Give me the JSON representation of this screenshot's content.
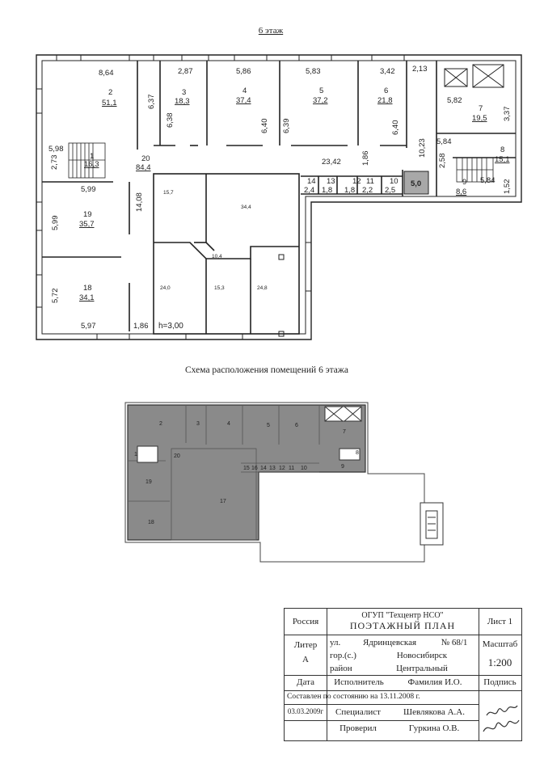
{
  "floor_title": "6 этаж",
  "scheme_caption": "Схема расположения помещений 6 этажа",
  "plan_labels": {
    "dims_top": [
      "8,64",
      "2,87",
      "5,86",
      "5,83",
      "3,42",
      "2,13"
    ],
    "rooms": [
      {
        "num": "2",
        "area": "51,1"
      },
      {
        "num": "3",
        "area": "18,3"
      },
      {
        "num": "4",
        "area": "37,4"
      },
      {
        "num": "5",
        "area": "37,2"
      },
      {
        "num": "6",
        "area": "21,8"
      },
      {
        "num": "7",
        "area": "19,5"
      },
      {
        "num": "1",
        "area": "16,3"
      },
      {
        "num": "20",
        "area": "84,4"
      },
      {
        "num": "8",
        "area": "15,1"
      },
      {
        "num": "19",
        "area": "35,7"
      },
      {
        "num": "18",
        "area": "34,1"
      },
      {
        "num": "9",
        "area": "8,6"
      }
    ],
    "small_rooms": [
      "14",
      "13",
      "12",
      "11",
      "10"
    ],
    "small_areas": [
      "2,4",
      "1,8",
      "1,8",
      "2,2",
      "2,5"
    ],
    "highlighted_room_area": "5,0",
    "vertical_dims": [
      "6,37",
      "6,38",
      "6,40",
      "6,39",
      "6,40",
      "1,86",
      "10,23",
      "2,58",
      "3,37",
      "1,52",
      "2,73",
      "14,08",
      "5,99",
      "5,72"
    ],
    "other_dims": [
      "5,82",
      "5,84",
      "5,84",
      "23,42",
      "5,98",
      "5,99",
      "5,97",
      "1,86"
    ],
    "hall_areas": [
      "15,7",
      "34,4",
      "10,4",
      "24,0",
      "15,3",
      "24,8"
    ],
    "ceiling_height": "h=3,00"
  },
  "scheme_labels": {
    "rooms": [
      "2",
      "3",
      "4",
      "5",
      "6",
      "7",
      "1",
      "20",
      "8",
      "9",
      "19",
      "17",
      "18"
    ],
    "small": [
      "15",
      "16",
      "14",
      "13",
      "12",
      "11",
      "10"
    ]
  },
  "stamp": {
    "country": "Россия",
    "org": "ОГУП \"Техцентр НСО\"",
    "doc_title": "ПОЭТАЖНЫЙ ПЛАН",
    "sheet": "Лист 1",
    "liter_label": "Литер",
    "liter_value": "А",
    "street_label": "ул.",
    "street_value": "Ядринцевская",
    "house": "№ 68/1",
    "city_label": "гор.(с.)",
    "city_value": "Новосибирск",
    "district_label": "район",
    "district_value": "Центральный",
    "scale_label": "Масштаб",
    "scale_value": "1:200",
    "date_label": "Дата",
    "executor_label": "Исполнитель",
    "surname_label": "Фамилия И.О.",
    "signature_label": "Подпись",
    "compiled_note": "Составлен по состоянию на 13.11.2008 г.",
    "date_value": "03.03.2009г",
    "specialist_label": "Специалист",
    "specialist_name": "Шевлякова А.А.",
    "checked_label": "Проверил",
    "checked_name": "Гуркина О.В."
  }
}
